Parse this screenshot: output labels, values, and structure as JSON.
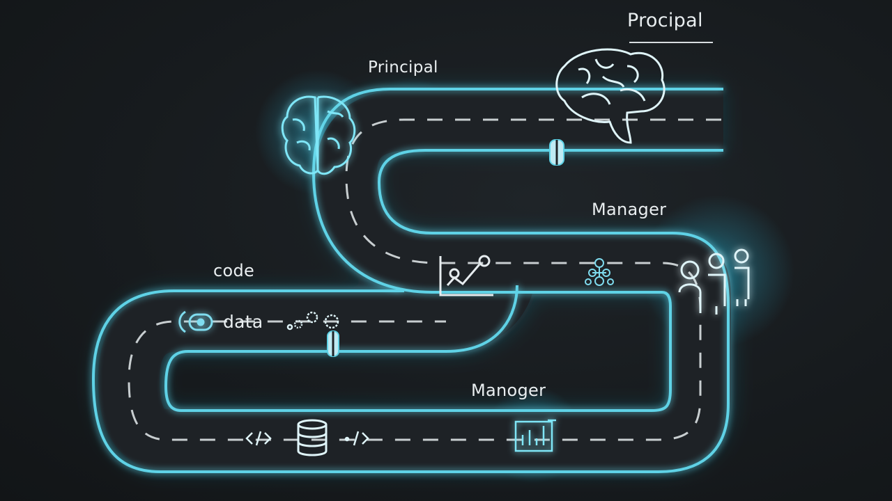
{
  "labels": {
    "procipal": "Procipal",
    "principal": "Principal",
    "manager": "Manager",
    "code": "code",
    "data": "data",
    "manoger": "Manoger"
  },
  "colors": {
    "background": "#171b1e",
    "road_edge": "#5fd2e6",
    "road_glow": "#2bb7d8",
    "road_fill": "#1e2226",
    "dash": "#e6ecef",
    "icon": "#7fdcef",
    "text": "#e9eef0"
  },
  "icons": [
    "brain-icon-left",
    "brain-icon-top",
    "chart-icon",
    "network-icon",
    "team-icon",
    "toggle-icon",
    "gears-icon",
    "code-tag-icon",
    "database-icon",
    "dot-code-icon",
    "dashboard-icon"
  ]
}
